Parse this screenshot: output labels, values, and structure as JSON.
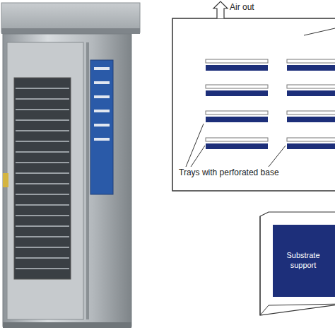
{
  "diagram": {
    "nodes": [
      {
        "text": [
          "Substrate support"
        ]
      }
    ],
    "labels": [
      "Air out",
      "Trays with perforated base"
    ]
  }
}
